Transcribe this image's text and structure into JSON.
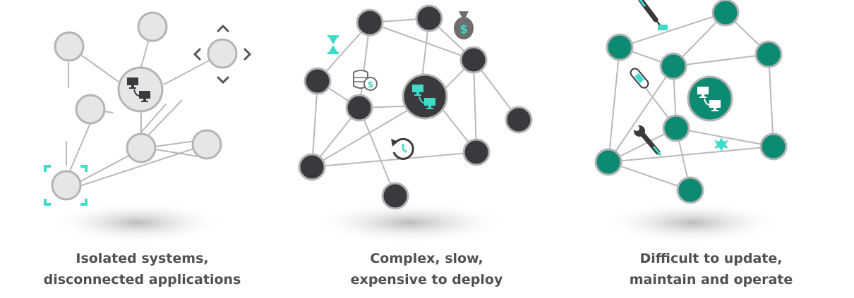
{
  "panels": [
    {
      "id": "isolated",
      "caption": [
        "Isolated systems,",
        "disconnected applications"
      ],
      "node_color": "#e6e6e6",
      "node_stroke": "#b4b4b4",
      "icons": [
        "monitor-network-icon",
        "pan-arrows-icon",
        "focus-brackets-icon"
      ]
    },
    {
      "id": "complex",
      "caption": [
        "Complex, slow,",
        "expensive to deploy"
      ],
      "node_color": "#3a3a3e",
      "node_stroke": "#b4b4b4",
      "icons": [
        "monitor-network-icon",
        "hourglass-icon",
        "money-bag-icon",
        "coins-icon",
        "clock-restart-icon"
      ]
    },
    {
      "id": "difficult",
      "caption": [
        "Difficult to update,",
        "maintain and operate"
      ],
      "node_color": "#0d8a72",
      "node_stroke": "#b4b4b4",
      "icons": [
        "monitor-network-icon",
        "screwdriver-icon",
        "bandage-icon",
        "wrench-icon",
        "spark-icon"
      ]
    }
  ],
  "colors": {
    "accent_teal": "#3ddbc8",
    "edge": "#b9b9b9",
    "caption_text": "#505050",
    "shadow": "#bdbdbd"
  }
}
